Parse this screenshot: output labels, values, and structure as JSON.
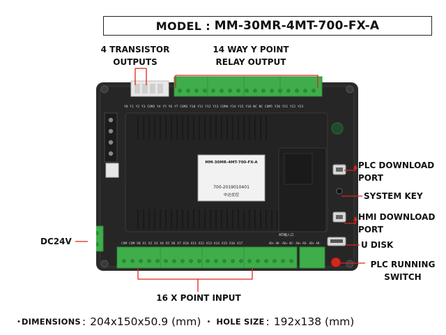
{
  "model": {
    "key": "MODEL",
    "separator": ":",
    "value": "MM-30MR-4MT-700-FX-A"
  },
  "callouts": {
    "transistor": [
      "4 TRANSISTOR",
      "OUTPUTS"
    ],
    "relay": [
      "14 WAY Y POINT",
      "RELAY OUTPUT"
    ],
    "plc_download": [
      "PLC DOWNLOAD",
      "PORT"
    ],
    "system_key": "SYSTEM KEY",
    "hmi_download": [
      "HMI DOWNLOAD",
      "PORT"
    ],
    "u_disk": "U DISK",
    "plc_running": [
      "PLC RUNNING",
      "SWITCH"
    ],
    "dc24v": "DC24V",
    "x_input": "16 X POINT INPUT"
  },
  "device": {
    "label_model": "MM-30MR-4MT-700-FX-A",
    "label_serial": "700-2019010401",
    "label_brand": "中达优控",
    "top_pins": "Y0  Y1  Y2  Y3       COM2 Y4  Y5  Y6  Y7  COM3 Y10 Y11 Y12 Y13 COM4 Y14 Y15 Y16  NC  NC  COM5 Y20 Y21 Y22 Y23",
    "bottom_pins": "COM COM X0  X1  X2  X3  X4  X5  X6  X7  X10 X11 X12 X13 X14 X15 X16 X17",
    "ad_label": "AD输入口",
    "ad_pins": "AD+ AD-  AD+ AD-  AD+ AD-  AD+ AD-"
  },
  "dimensions": {
    "bullet": "•",
    "key": "DIMENSIONS",
    "colon": ":",
    "value": "204x150x50.9 (mm)",
    "bullet2": "•",
    "key2": "HOLE SIZE",
    "colon2": ":",
    "value2": "192x138 (mm)"
  },
  "colors": {
    "terminal_green": "#3fae4a",
    "callout_red": "#e2231a",
    "body_dark": "#2b2b2b",
    "label_bg": "#f2f2f2"
  },
  "icons": [
    "usb-port-icon",
    "power-switch-icon",
    "key-button-icon",
    "screw-terminal-icon"
  ]
}
